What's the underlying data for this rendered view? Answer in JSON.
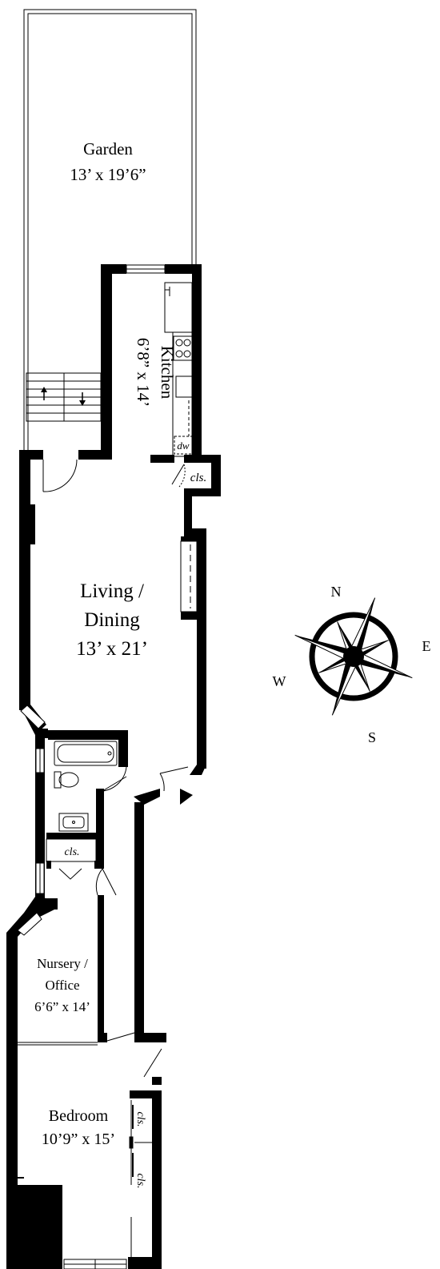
{
  "rooms": {
    "garden": {
      "name": "Garden",
      "size": "13’ x 19’6”"
    },
    "kitchen": {
      "name": "Kitchen",
      "size": "6’8” x 14’"
    },
    "living": {
      "name_line1": "Living /",
      "name_line2": "Dining",
      "size": "13’ x 21’"
    },
    "nursery": {
      "name_line1": "Nursery /",
      "name_line2": "Office",
      "size": "6’6” x 14’"
    },
    "bedroom": {
      "name": "Bedroom",
      "size": "10’9” x 15’"
    }
  },
  "fixtures": {
    "closet_label": "cls.",
    "dishwasher_label": "dw"
  },
  "compass": {
    "north": "N",
    "east": "E",
    "south": "S",
    "west": "W"
  },
  "colors": {
    "wall": "#000000",
    "background": "#ffffff",
    "line": "#000000"
  }
}
